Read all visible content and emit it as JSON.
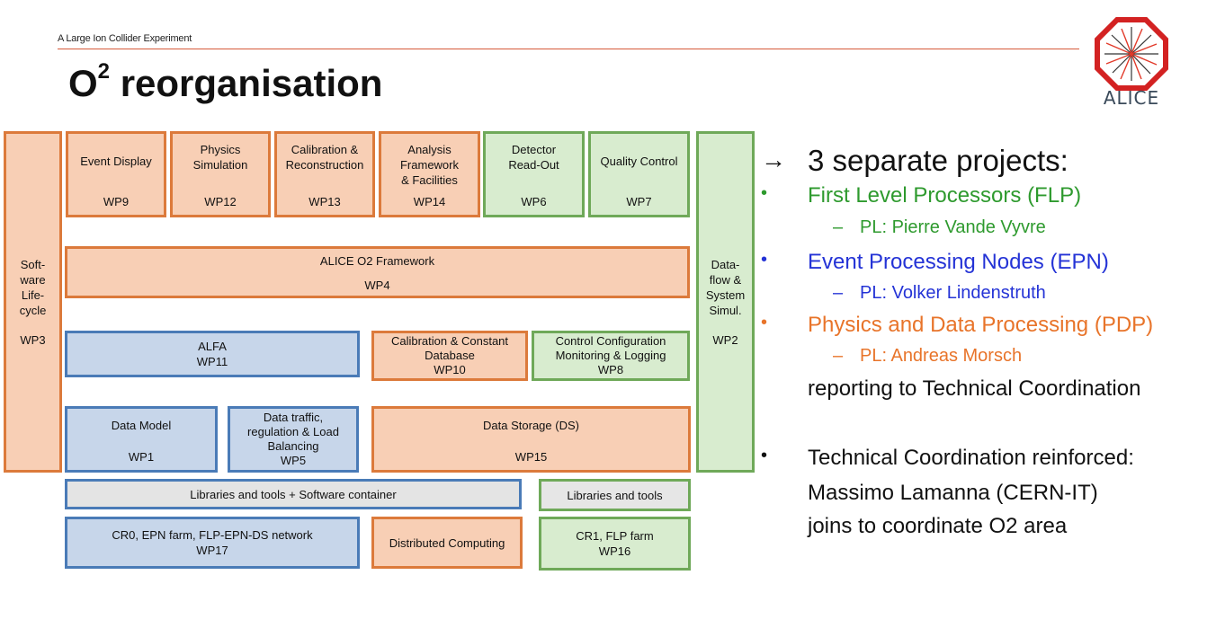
{
  "header": {
    "subtitle": "A Large Ion Collider Experiment",
    "title_prefix": "O",
    "title_sup": "2",
    "title_suffix": " reorganisation",
    "logo_text": "ALICE"
  },
  "diagram": {
    "boxes": {
      "wp3": {
        "label": "Soft-\nware\nLife-\ncycle",
        "wp": "WP3"
      },
      "wp9": {
        "label": "Event Display",
        "wp": "WP9"
      },
      "wp12": {
        "label": "Physics\nSimulation",
        "wp": "WP12"
      },
      "wp13": {
        "label": "Calibration &\nReconstruction",
        "wp": "WP13"
      },
      "wp14": {
        "label": "Analysis\nFramework\n& Facilities",
        "wp": "WP14"
      },
      "wp6": {
        "label": "Detector\nRead-Out",
        "wp": "WP6"
      },
      "wp7": {
        "label": "Quality Control",
        "wp": "WP7"
      },
      "wp2": {
        "label": "Data-\nflow &\nSystem\nSimul.",
        "wp": "WP2"
      },
      "wp4": {
        "label": "ALICE O2 Framework",
        "wp": "WP4"
      },
      "wp11": {
        "label": "ALFA",
        "wp": "WP11"
      },
      "wp10": {
        "label": "Calibration & Constant\nDatabase",
        "wp": "WP10"
      },
      "wp8": {
        "label": "Control Configuration\nMonitoring & Logging",
        "wp": "WP8"
      },
      "wp1": {
        "label": "Data Model",
        "wp": "WP1"
      },
      "wp5": {
        "label": "Data traffic,\nregulation & Load\nBalancing",
        "wp": "WP5"
      },
      "wp15": {
        "label": "Data Storage (DS)",
        "wp": "WP15"
      },
      "libs_container": {
        "label": "Libraries and tools + Software container"
      },
      "libs_tools": {
        "label": "Libraries and tools"
      },
      "wp17": {
        "label": "CR0, EPN farm, FLP-EPN-DS network",
        "wp": "WP17"
      },
      "dist_comp": {
        "label": "Distributed Computing"
      },
      "wp16": {
        "label": "CR1, FLP farm",
        "wp": "WP16"
      }
    }
  },
  "bullets": {
    "heading_mark": "→",
    "heading": "3 separate projects:",
    "flp": "First Level Processors (FLP)",
    "flp_pl": "PL: Pierre Vande Vyvre",
    "epn": "Event Processing Nodes (EPN)",
    "epn_pl": "PL: Volker Lindenstruth",
    "pdp": "Physics and Data Processing (PDP)",
    "pdp_pl": "PL: Andreas Morsch",
    "reporting": "reporting to Technical Coordination",
    "tc_line1": "Technical Coordination reinforced:",
    "tc_line2": "Massimo Lamanna (CERN-IT)",
    "tc_line3": "joins to coordinate O2 area",
    "bullet_char": "•",
    "dash_char": "–"
  },
  "colors": {
    "green": "#2e9a2e",
    "blue": "#2433d6",
    "orange": "#e8742a",
    "text": "#111111"
  }
}
